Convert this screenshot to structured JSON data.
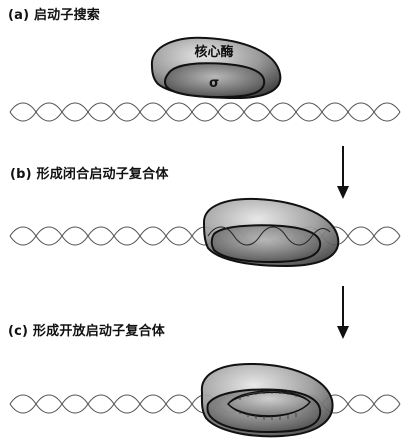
{
  "panels": {
    "a": {
      "label": "(a) 启动子搜索"
    },
    "b": {
      "label": "(b) 形成闭合启动子复合体"
    },
    "c": {
      "label": "(c) 形成开放启动子复合体"
    }
  },
  "enzyme": {
    "core_label": "核心酶",
    "sigma_label": "σ"
  },
  "colors": {
    "dna_strand": "#555555",
    "core_enzyme_fill": "#8a8a8a",
    "sigma_fill": "#5e5e5e",
    "outline": "#111111",
    "text": "#111111"
  }
}
